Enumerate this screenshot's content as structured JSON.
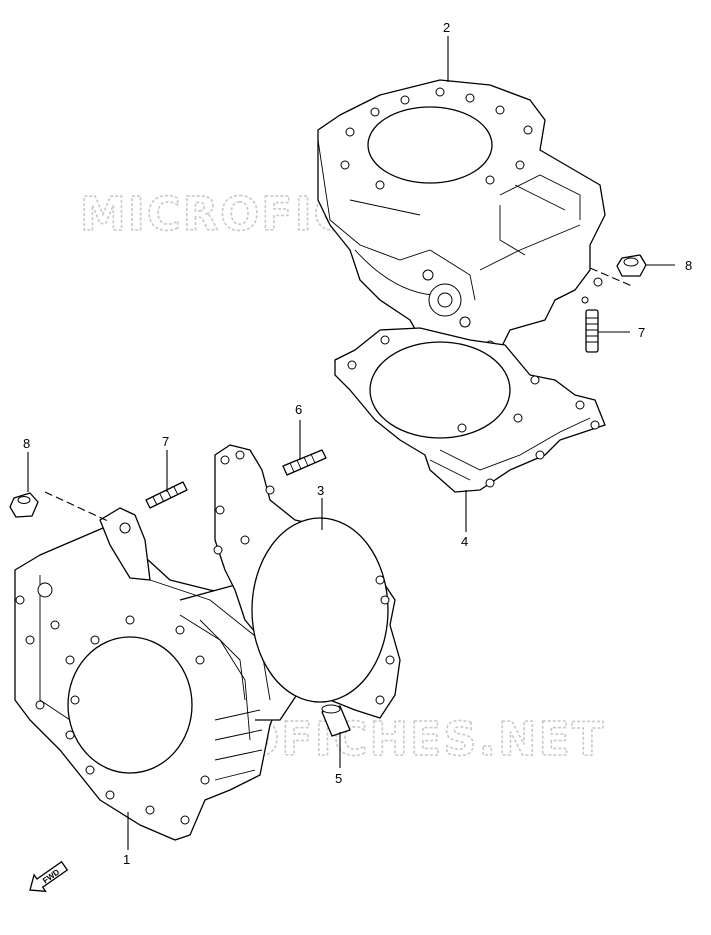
{
  "watermark": {
    "text": "MICROFICHES.NET"
  },
  "callouts": [
    "1",
    "2",
    "3",
    "4",
    "5",
    "6",
    "7",
    "8",
    "7",
    "8"
  ],
  "fwd": {
    "label": "FWD"
  }
}
